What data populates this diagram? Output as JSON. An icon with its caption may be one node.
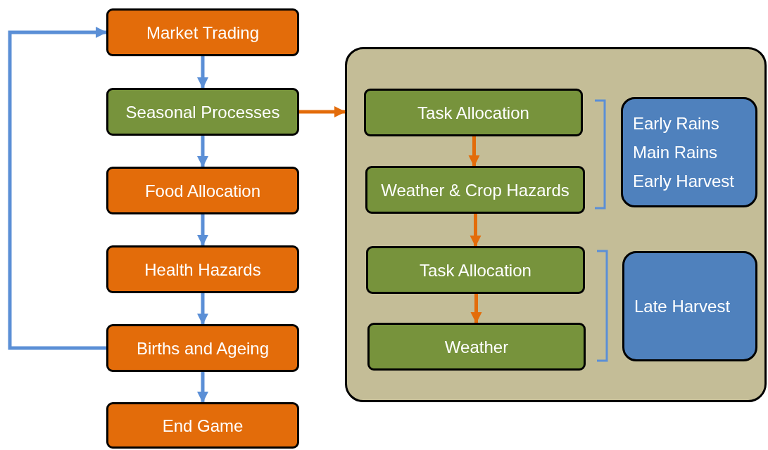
{
  "diagram": {
    "nodes": [
      {
        "text": [
          "Market Trading"
        ]
      },
      {
        "text": [
          "Seasonal Processes"
        ]
      },
      {
        "text": [
          "Food Allocation"
        ]
      },
      {
        "text": [
          "Health Hazards"
        ]
      },
      {
        "text": [
          "Births and Ageing"
        ]
      },
      {
        "text": [
          "End Game"
        ]
      },
      {
        "text": [],
        "shape": "box"
      },
      {
        "text": [
          "Task Allocation"
        ],
        "in": 6
      },
      {
        "text": [
          "Weather & Crop Hazards"
        ],
        "in": 6
      },
      {
        "text": [
          "Task Allocation"
        ],
        "in": 6
      },
      {
        "text": [
          "Weather"
        ],
        "in": 6
      },
      {
        "text": [
          "Early Rains",
          "Main Rains",
          "Early Harvest"
        ],
        "in": 6
      },
      {
        "text": [
          "Late Harvest"
        ],
        "in": 6
      }
    ],
    "edges": [
      {
        "from": 0,
        "to": 1,
        "arrow": "to"
      },
      {
        "from": 1,
        "to": 2,
        "arrow": "to"
      },
      {
        "from": 2,
        "to": 3,
        "arrow": "to"
      },
      {
        "from": 3,
        "to": 4,
        "arrow": "to"
      },
      {
        "from": 4,
        "to": 5,
        "arrow": "to"
      },
      {
        "from": 4,
        "to": 0,
        "arrow": "to"
      },
      {
        "from": 1,
        "to": 6,
        "arrow": "to",
        "color": "#e36c0a"
      },
      {
        "from": 7,
        "to": 8,
        "arrow": "to",
        "color": "#e36c0a"
      },
      {
        "from": 8,
        "to": 9,
        "arrow": "to",
        "color": "#e36c0a"
      },
      {
        "from": 9,
        "to": 10,
        "arrow": "to",
        "color": "#e36c0a"
      }
    ]
  }
}
